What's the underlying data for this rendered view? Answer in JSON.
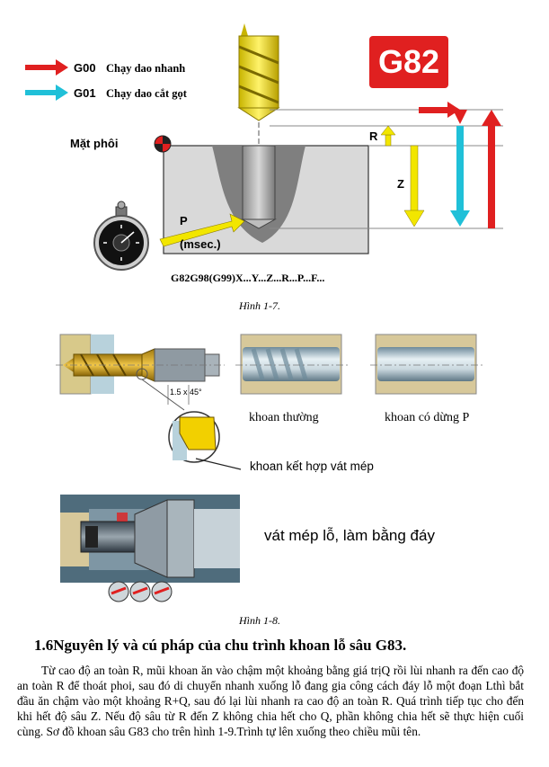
{
  "figure1": {
    "legend_g00_code": "G00",
    "legend_g00_text": "Chạy dao nhanh",
    "legend_g01_code": "G01",
    "legend_g01_text": "Chạy dao cắt gọt",
    "badge": "G82",
    "workpiece_label": "Mặt phôi",
    "r_label": "R",
    "z_label": "Z",
    "p_label": "P",
    "msec_label": "(msec.)",
    "syntax": "G82G98(G99)X...Y...Z...R...P...F...",
    "caption": "Hình 1-7.",
    "colors": {
      "rapid": "#e02020",
      "feed": "#20c0d8",
      "retract_z": "#f2e600",
      "badge_bg": "#e02020"
    }
  },
  "figure2": {
    "chamfer_dim": "1.5 x 45°",
    "label_normal": "khoan thường",
    "label_dwell": "khoan có dừng P",
    "label_combined": "khoan kết hợp vát mép",
    "label_chamfer": "vát mép lỗ, làm bằng đáy",
    "caption": "Hình 1-8."
  },
  "section": {
    "heading": "1.6Nguyên lý và cú pháp của chu trình khoan lỗ sâu G83.",
    "paragraph": "Từ cao độ an toàn R, mũi khoan ăn vào chậm một khoảng bằng giá trịQ rồi lùi nhanh ra đến cao độ an toàn R để thoát phoi, sau đó di chuyển nhanh xuống lỗ đang gia công cách đáy lỗ một đoạn Lthì bắt đầu ăn chậm vào một khoảng R+Q, sau đó lại lùi nhanh ra cao độ an toàn R. Quá  trình tiếp tục cho đến khi hết độ sâu Z. Nếu độ sâu từ R đến Z không chia hết cho Q, phần không chia hết sẽ thực hiện cuối cùng. Sơ đồ khoan sâu G83 cho trên hình 1-9.Trình tự lên xuống theo chiều mũi tên."
  }
}
